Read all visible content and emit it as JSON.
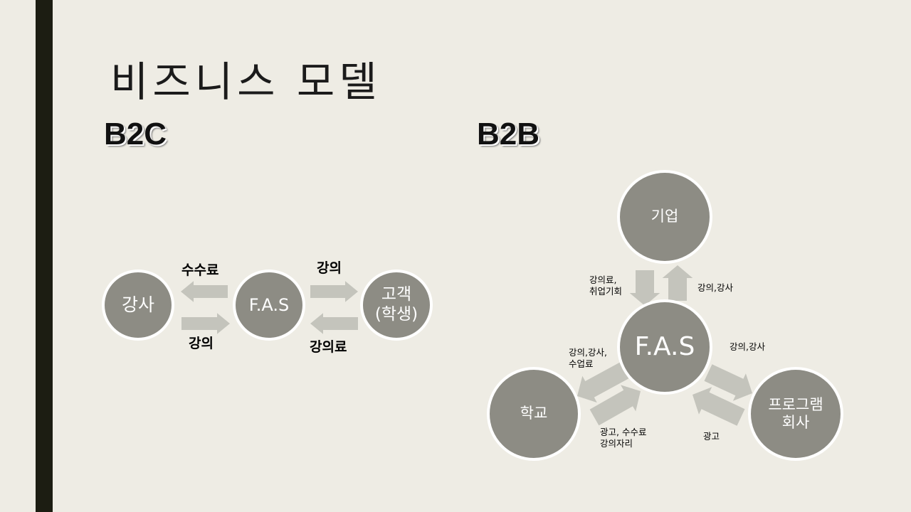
{
  "slide": {
    "title": "비즈니스 모델",
    "b2c_heading": "B2C",
    "b2b_heading": "B2B"
  },
  "colors": {
    "background": "#eeece4",
    "accent_bar": "#1c1d12",
    "node_fill": "#8d8c84",
    "arrow_fill": "#c4c4bc"
  },
  "b2c": {
    "nodes": {
      "instructor": "강사",
      "fas": "F.A.S",
      "customer": "고객\n(학생)"
    },
    "labels": {
      "fee_to_instructor": "수수료",
      "lecture_to_fas": "강의",
      "lecture_to_customer": "강의",
      "tuition_to_fas": "강의료"
    }
  },
  "b2b": {
    "nodes": {
      "company": "기업",
      "fas": "F.A.S",
      "school": "학교",
      "program_company": "프로그램\n회사"
    },
    "labels": {
      "company_to_fas": "강의료,\n취업기회",
      "fas_to_company": "강의,강사",
      "fas_to_school": "강의,강사,\n수업료",
      "school_to_fas": "광고, 수수료\n강의자리",
      "fas_to_program": "강의,강사",
      "program_to_fas": "광고"
    }
  }
}
